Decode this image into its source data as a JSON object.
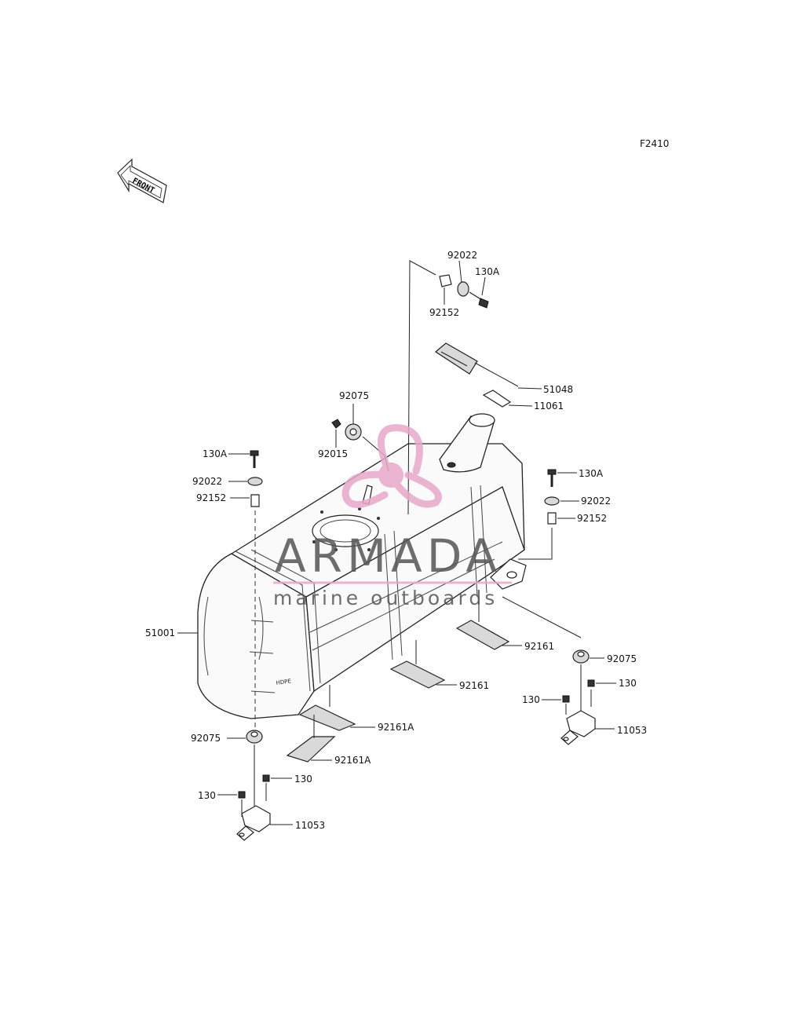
{
  "figure_code": "F2410",
  "front_label": "FRONT",
  "tank_mark": "HDPE",
  "watermark": {
    "brand": "ARMADA",
    "tagline": "marine outboards",
    "logo_color": "#e8a7c8"
  },
  "parts": {
    "p92022_top": "92022",
    "p130A_top": "130A",
    "p92152_top": "92152",
    "p51048": "51048",
    "p11061": "11061",
    "p92075_mid": "92075",
    "p92015": "92015",
    "p130A_left": "130A",
    "p92022_left": "92022",
    "p92152_left": "92152",
    "p130A_right": "130A",
    "p92022_right": "92022",
    "p92152_right": "92152",
    "p51001": "51001",
    "p92161_r": "92161",
    "p92161_c": "92161",
    "p92075_right": "92075",
    "p130_r1": "130",
    "p130_r2": "130",
    "p11053_right": "11053",
    "p92161A_1": "92161A",
    "p92161A_2": "92161A",
    "p92075_left": "92075",
    "p130_l1": "130",
    "p130_l2": "130",
    "p11053_left": "11053"
  }
}
